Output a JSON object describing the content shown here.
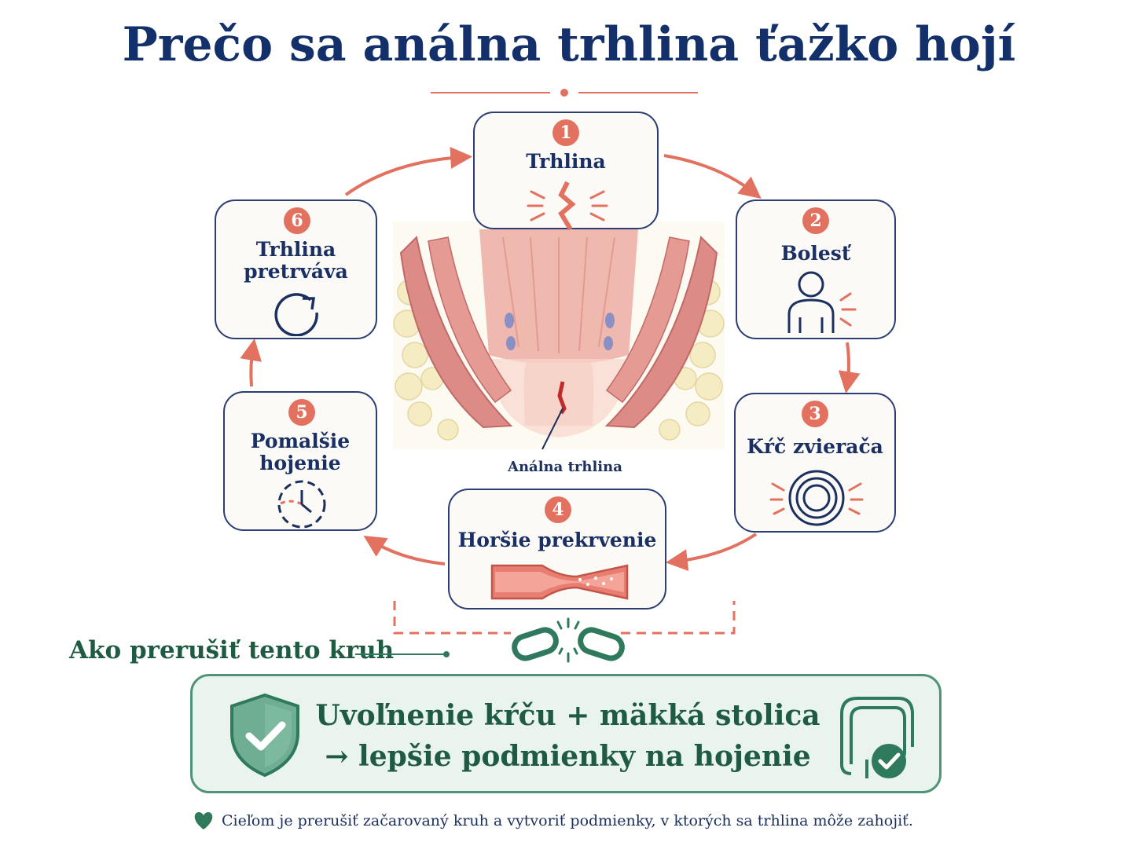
{
  "title": "Prečo sa análna trhlina ťažko hojí",
  "center_label": "Análna trhlina",
  "steps": [
    {
      "number": "1",
      "lines": [
        "Trhlina"
      ],
      "icon": "tear-icon"
    },
    {
      "number": "2",
      "lines": [
        "Bolesť"
      ],
      "icon": "person-pain-icon"
    },
    {
      "number": "3",
      "lines": [
        "Kŕč zvierača"
      ],
      "icon": "sphincter-rings-icon"
    },
    {
      "number": "4",
      "lines": [
        "Horšie prekrvenie"
      ],
      "icon": "narrowed-vessel-icon"
    },
    {
      "number": "5",
      "lines": [
        "Pomalšie",
        "hojenie"
      ],
      "icon": "clock-icon"
    },
    {
      "number": "6",
      "lines": [
        "Trhlina",
        "pretrváva"
      ],
      "icon": "cycle-icon"
    }
  ],
  "break_label": "Ako prerušiť tento kruh",
  "solution": {
    "line1": "Uvoľnenie kŕču + mäkká stolica",
    "line2": "→ lepšie podmienky na hojenie"
  },
  "footer": "Cieľom je prerušiť začarovaný kruh a vytvoriť podmienky, v ktorých sa trhlina môže zahojiť.",
  "colors": {
    "navy": "#13306a",
    "coral": "#e2715f",
    "green": "#1f5a42",
    "green_bg": "#eaf4ee"
  }
}
